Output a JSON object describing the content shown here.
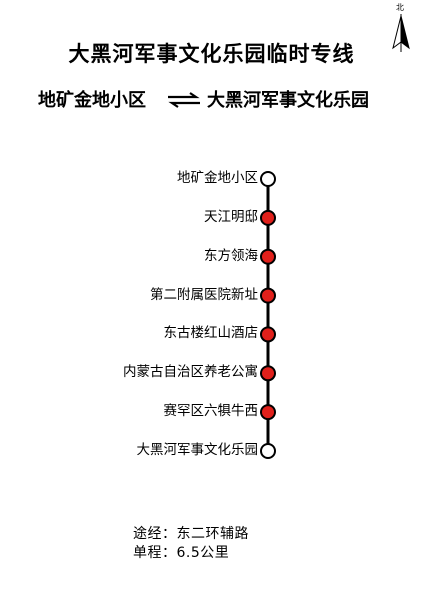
{
  "title": "大黑河军事文化乐园临时专线",
  "route": {
    "from": "地矿金地小区",
    "to": "大黑河军事文化乐园"
  },
  "compass": {
    "label": "北"
  },
  "stops": [
    {
      "name": "地矿金地小区",
      "type": "terminal"
    },
    {
      "name": "天江明邸",
      "type": "intermediate"
    },
    {
      "name": "东方领海",
      "type": "intermediate"
    },
    {
      "name": "第二附属医院新址",
      "type": "intermediate"
    },
    {
      "name": "东古楼红山酒店",
      "type": "intermediate"
    },
    {
      "name": "内蒙古自治区养老公寓",
      "type": "intermediate"
    },
    {
      "name": "赛罕区六犋牛西",
      "type": "intermediate"
    },
    {
      "name": "大黑河军事文化乐园",
      "type": "terminal"
    }
  ],
  "info": {
    "via": "途经：东二环辅路",
    "distance": "单程：6.5公里"
  },
  "colors": {
    "line": "#000000",
    "intermediate_stop": "#e0201b",
    "terminal_stop": "#ffffff"
  }
}
